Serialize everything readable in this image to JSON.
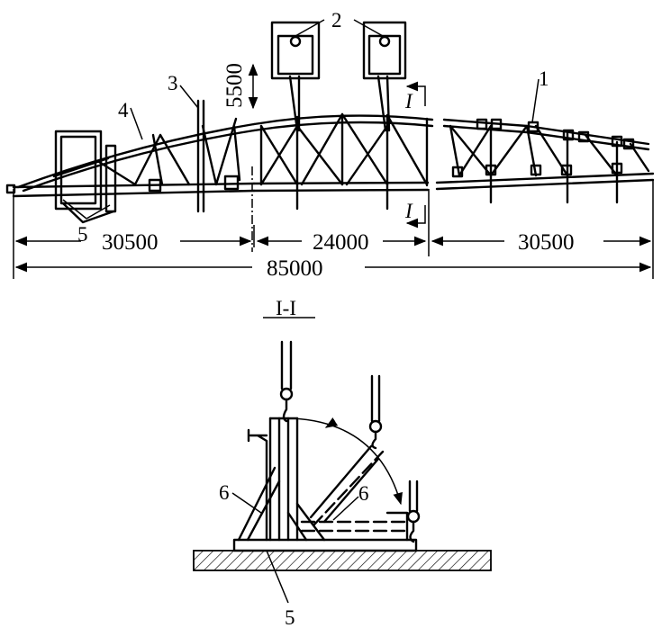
{
  "labels": {
    "l1": "1",
    "l2": "2",
    "l3": "3",
    "l4": "4",
    "l5": "5",
    "l6a": "6",
    "l6b": "6",
    "l5b": "5",
    "secI_top": "I",
    "secI_bot": "I",
    "section_title": "I-I"
  },
  "dimensions": {
    "d1": "30500",
    "d2": "24000",
    "d3": "30500",
    "total": "85000",
    "lift": "5500"
  }
}
